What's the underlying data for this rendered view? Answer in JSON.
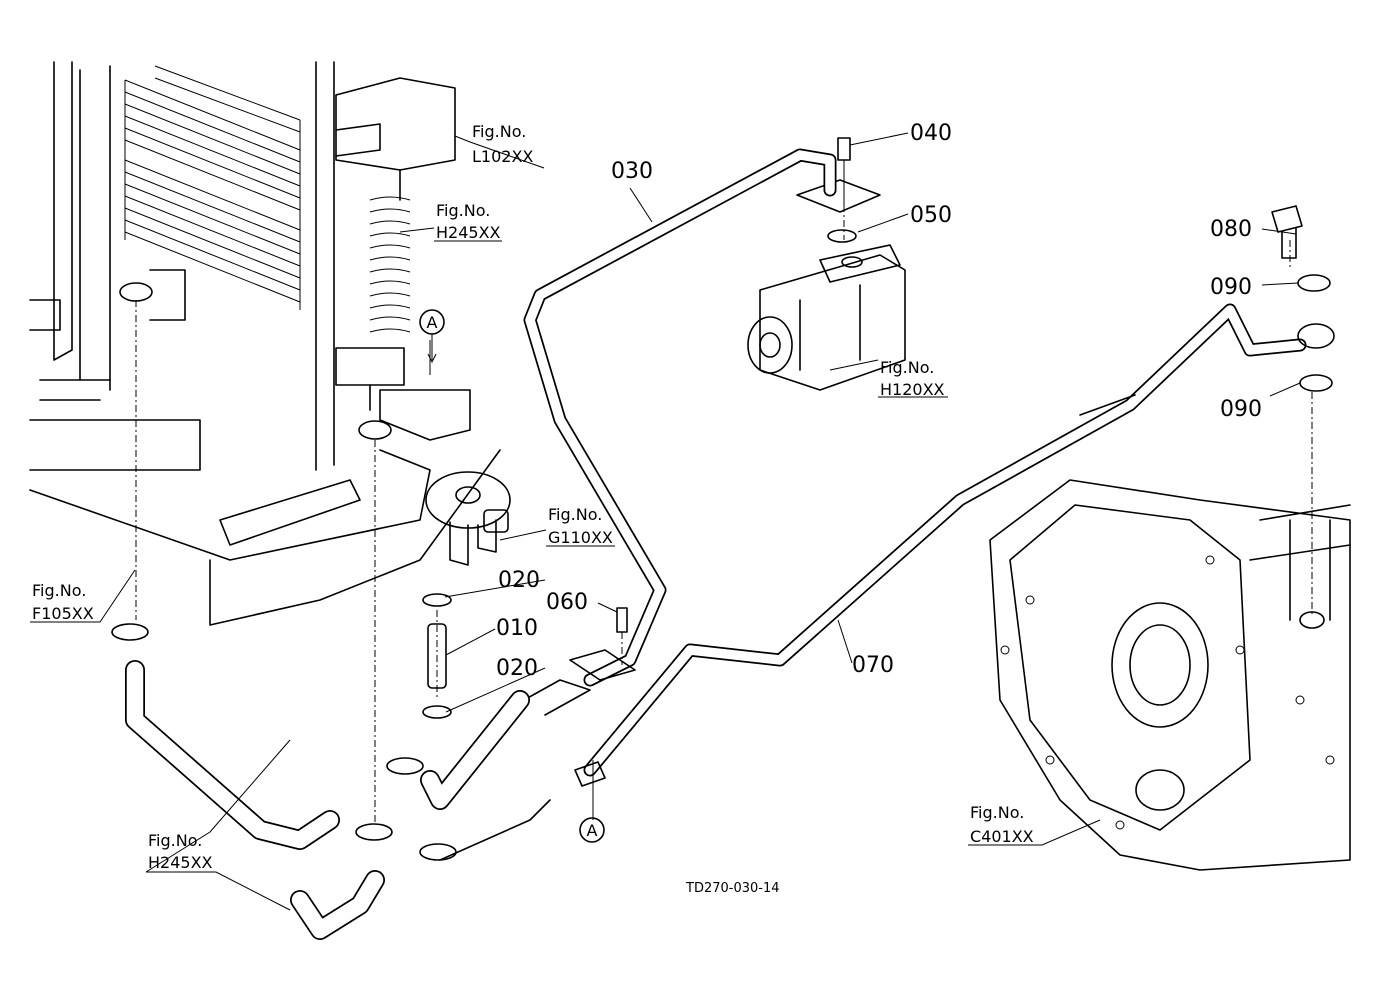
{
  "part_numbers": [
    {
      "id": "p010",
      "text": "010"
    },
    {
      "id": "p020a",
      "text": "020"
    },
    {
      "id": "p020b",
      "text": "020"
    },
    {
      "id": "p030",
      "text": "030"
    },
    {
      "id": "p040",
      "text": "040"
    },
    {
      "id": "p050",
      "text": "050"
    },
    {
      "id": "p060",
      "text": "060"
    },
    {
      "id": "p070",
      "text": "070"
    },
    {
      "id": "p080",
      "text": "080"
    },
    {
      "id": "p090a",
      "text": "090"
    },
    {
      "id": "p090b",
      "text": "090"
    }
  ],
  "figure_refs": [
    {
      "id": "fL102",
      "title": "Fig.No.",
      "code": "L102XX"
    },
    {
      "id": "fH245a",
      "title": "Fig.No.",
      "code": "H245XX"
    },
    {
      "id": "fH120",
      "title": "Fig.No.",
      "code": "H120XX"
    },
    {
      "id": "fG110",
      "title": "Fig.No.",
      "code": "G110XX"
    },
    {
      "id": "fF105",
      "title": "Fig.No.",
      "code": "F105XX"
    },
    {
      "id": "fH245b",
      "title": "Fig.No.",
      "code": "H245XX"
    },
    {
      "id": "fC401",
      "title": "Fig.No.",
      "code": "C401XX"
    }
  ],
  "callouts": [
    {
      "id": "A1",
      "text": "A"
    },
    {
      "id": "A2",
      "text": "A"
    }
  ],
  "drawing_code": "TD270-030-14",
  "colors": {
    "line": "#000000",
    "background": "#ffffff"
  }
}
